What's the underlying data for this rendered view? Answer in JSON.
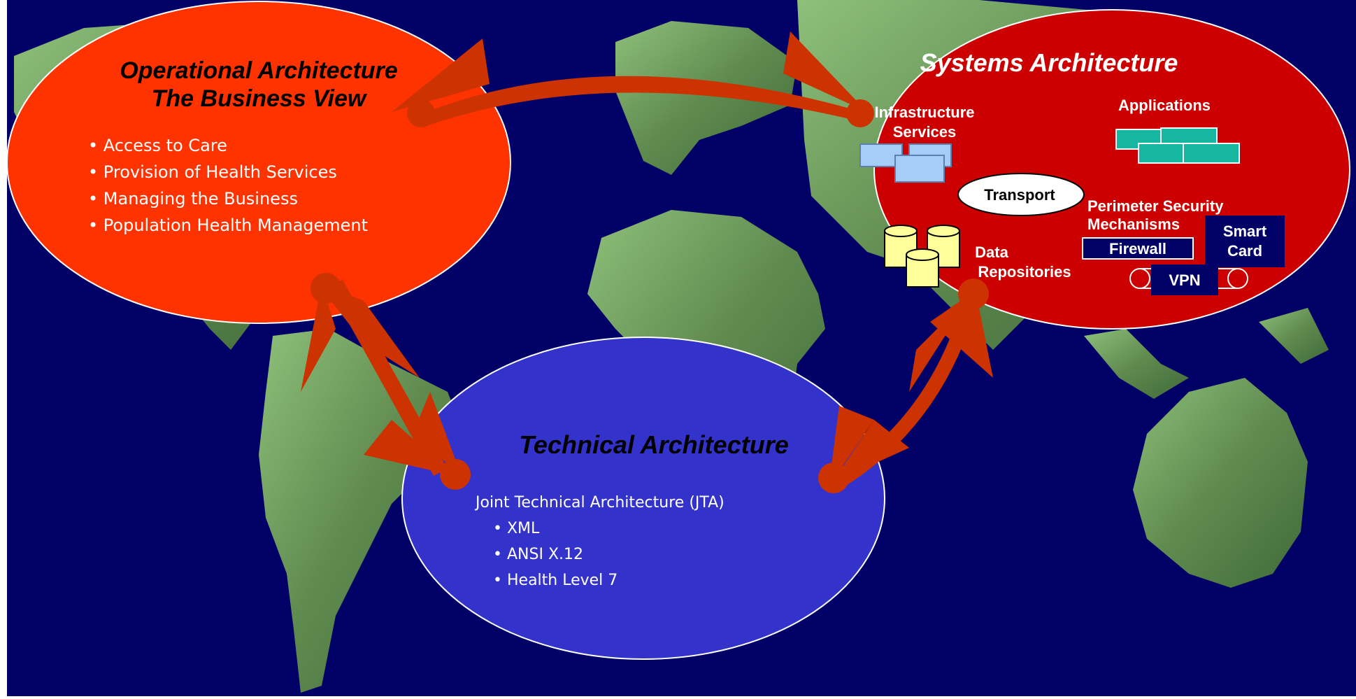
{
  "operational": {
    "title_line1": "Operational Architecture",
    "title_line2": "The Business View",
    "bullets": [
      "Access to Care",
      "Provision of Health Services",
      "Managing the Business",
      "Population Health Management"
    ]
  },
  "systems": {
    "title": "Systems Architecture",
    "infrastructure_line1": "Infrastructure",
    "infrastructure_line2": "Services",
    "applications": "Applications",
    "transport": "Transport",
    "perimeter_line1": "Perimeter Security",
    "perimeter_line2": "Mechanisms",
    "firewall": "Firewall",
    "smart_card_line1": "Smart",
    "smart_card_line2": "Card",
    "vpn": "VPN",
    "data_line1": "Data",
    "data_line2": "Repositories"
  },
  "technical": {
    "title": "Technical Architecture",
    "subtitle": "Joint Technical Architecture (JTA)",
    "bullets": [
      "XML",
      "ANSI X.12",
      "Health Level 7"
    ]
  },
  "colors": {
    "background": "#000066",
    "land": "#5f8a4f",
    "operational": "#ff3300",
    "systems": "#cc0000",
    "technical": "#3333cc",
    "arrow": "#cc3300",
    "applications": "#17b6a0",
    "infrastructure": "#a6cdf7",
    "repository": "#ffff99"
  }
}
